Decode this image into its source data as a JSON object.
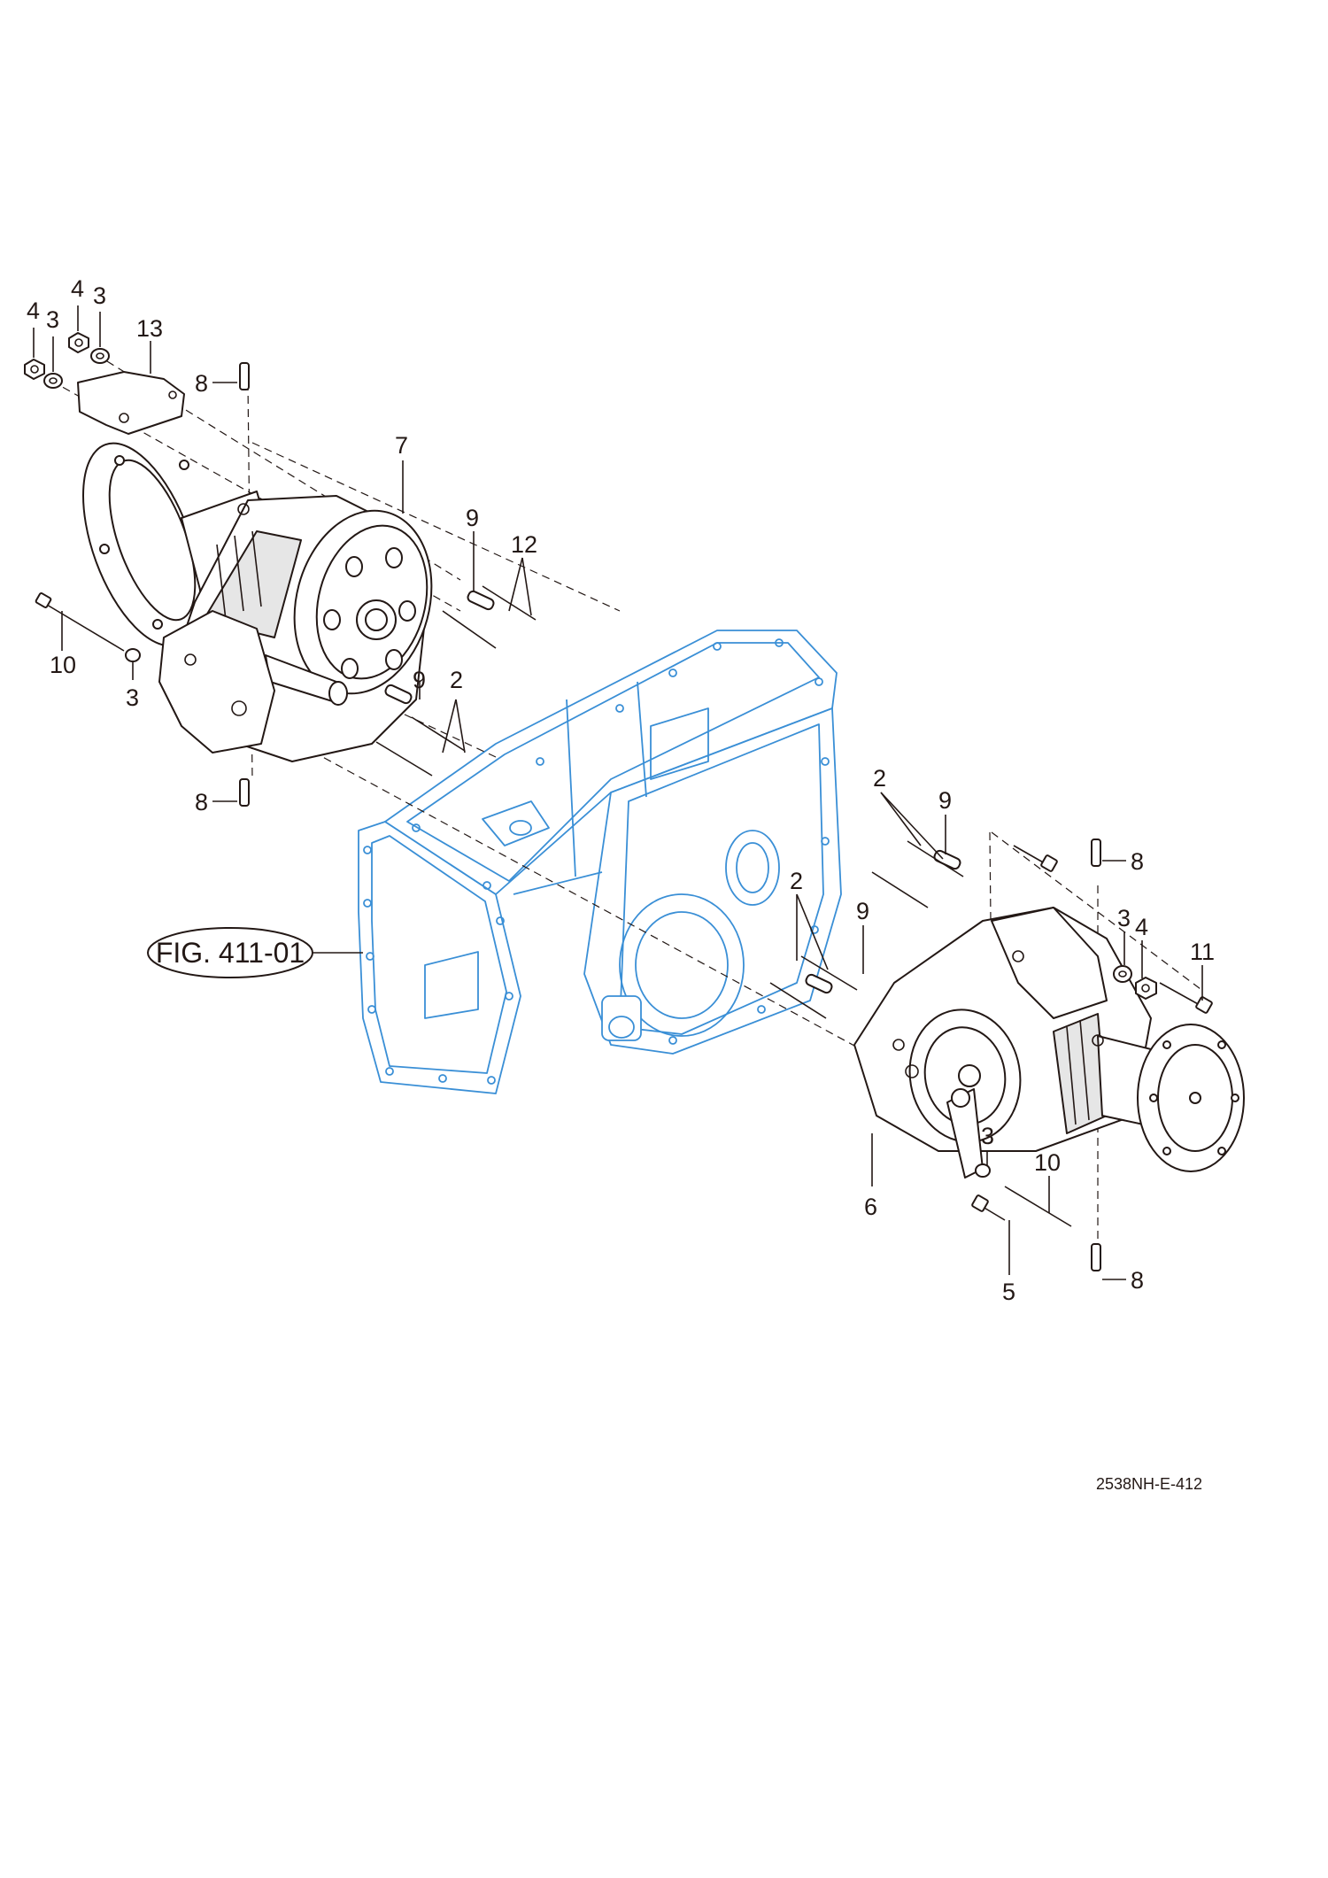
{
  "figure_ref": "FIG. 411-01",
  "drawing_code": "2538NH-E-412",
  "callouts": {
    "c4a": "4",
    "c3a": "3",
    "c4b": "4",
    "c3b": "3",
    "c13": "13",
    "c8a": "8",
    "c7": "7",
    "c9a": "9",
    "c12": "12",
    "c10a": "10",
    "c3c": "3",
    "c9b": "9",
    "c2a": "2",
    "c8b": "8",
    "c2b": "2",
    "c9c": "9",
    "c8c": "8",
    "c2c": "2",
    "c9d": "9",
    "c3d": "3",
    "c4c": "4",
    "c11": "11",
    "c3e": "3",
    "c10b": "10",
    "c6": "6",
    "c5": "5",
    "c8d": "8"
  },
  "colors": {
    "line": "#231815",
    "reference_part": "#3a8fd6",
    "background": "#ffffff"
  }
}
